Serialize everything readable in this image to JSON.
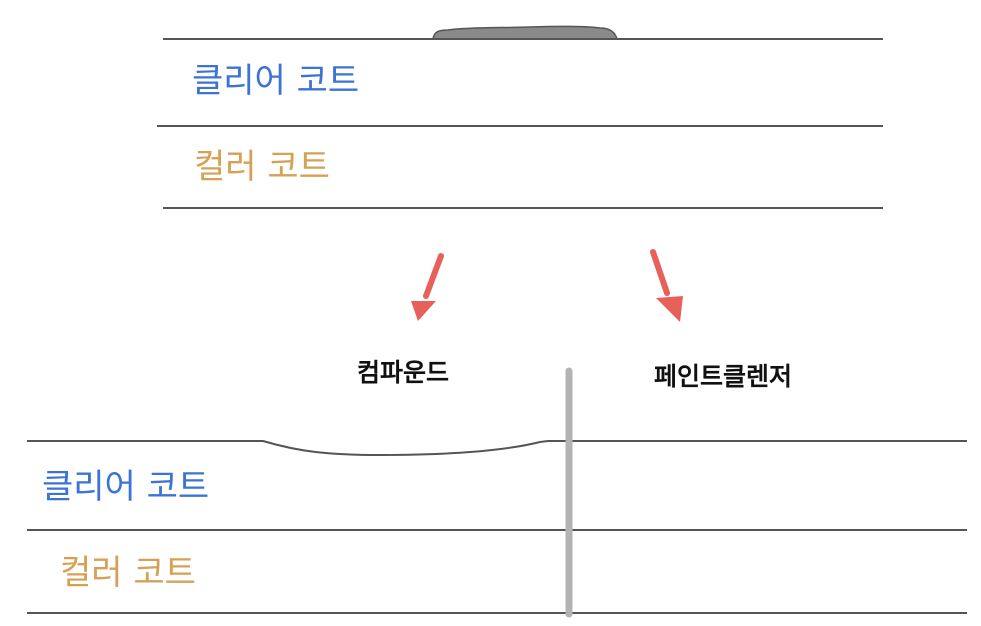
{
  "colors": {
    "clear_coat": "#3b74d4",
    "color_coat": "#d6a055",
    "arrow": "#e8605a",
    "line": "#555555",
    "divider": "#b3b3b3",
    "defect": "#8a8a8a"
  },
  "top_panel": {
    "clear_coat_label": "클리어 코트",
    "color_coat_label": "컬러 코트"
  },
  "methods": {
    "left": "컴파운드",
    "right": "페인트클렌저"
  },
  "bottom_panel": {
    "clear_coat_label": "클리어 코트",
    "color_coat_label": "컬러 코트"
  }
}
